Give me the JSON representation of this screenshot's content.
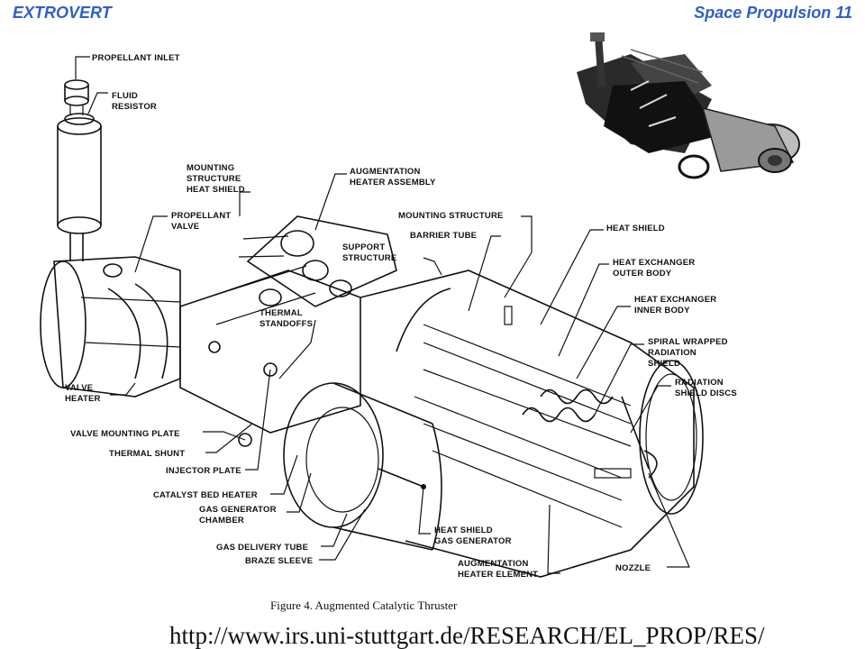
{
  "header": {
    "left": "EXTROVERT",
    "right": "Space Propulsion 11"
  },
  "labels": {
    "propellant_inlet": "PROPELLANT INLET",
    "fluid": "FLUID",
    "resistor": "RESISTOR",
    "mounting": "MOUNTING",
    "structure": "STRUCTURE",
    "heat_shield_m": "HEAT SHIELD",
    "augmentation": "AUGMENTATION",
    "heater_assembly": "HEATER ASSEMBLY",
    "propellant": "PROPELLANT",
    "valve": "VALVE",
    "mounting_structure": "MOUNTING STRUCTURE",
    "barrier_tube": "BARRIER TUBE",
    "support": "SUPPORT",
    "support_structure": "STRUCTURE",
    "heat_shield": "HEAT SHIELD",
    "heat_exchanger_1": "HEAT EXCHANGER",
    "outer_body": "OUTER BODY",
    "heat_exchanger_2": "HEAT EXCHANGER",
    "inner_body": "INNER BODY",
    "thermal": "THERMAL",
    "standoffs": "STANDOFFS",
    "spiral_wrapped": "SPIRAL WRAPPED",
    "radiation": "RADIATION",
    "shield": "SHIELD",
    "radiation_2": "RADIATION",
    "shield_discs": "SHIELD DISCS",
    "valve_l": "VALVE",
    "heater": "HEATER",
    "valve_mounting_plate": "VALVE MOUNTING PLATE",
    "thermal_shunt": "THERMAL SHUNT",
    "injector_plate": "INJECTOR PLATE",
    "catalyst_bed_heater": "CATALYST BED HEATER",
    "gas_generator": "GAS GENERATOR",
    "chamber": "CHAMBER",
    "heat_shield_2": "HEAT SHIELD",
    "gas_generator_2": "GAS GENERATOR",
    "gas_delivery_tube": "GAS DELIVERY TUBE",
    "braze_sleeve": "BRAZE SLEEVE",
    "augmentation_2": "AUGMENTATION",
    "heater_element": "HEATER ELEMENT",
    "nozzle": "NOZZLE"
  },
  "caption": "Figure 4.   Augmented Catalytic Thruster",
  "url": "http://www.irs.uni-stuttgart.de/RESEARCH/EL_PROP/RES/"
}
